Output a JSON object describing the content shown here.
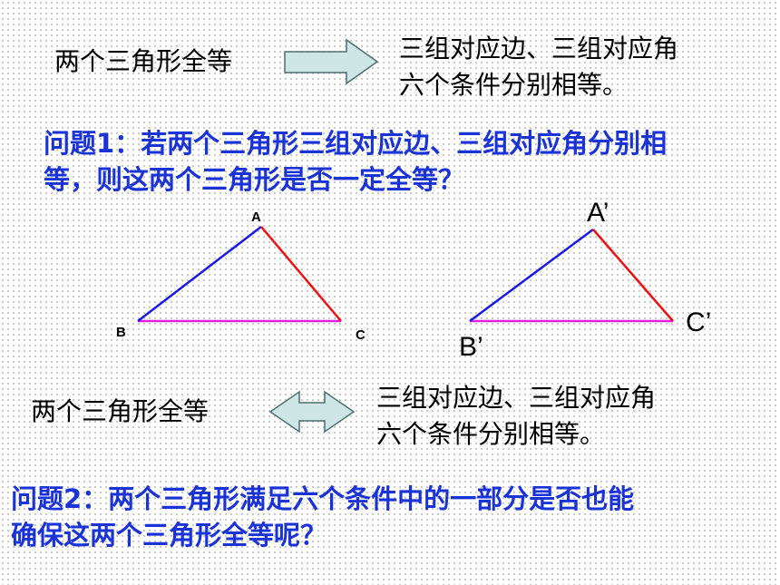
{
  "row1": {
    "left": "两个三角形全等",
    "right_line1": "三组对应边、三组对应角",
    "right_line2": "六个条件分别相等。",
    "arrow": "right-arrow-icon"
  },
  "question1": {
    "line1": "问题1：若两个三角形三组对应边、三组对应角分别相",
    "line2": "等，则这两个三角形是否一定全等？"
  },
  "triangle1": {
    "A": "A",
    "B": "B",
    "C": "C"
  },
  "triangle2": {
    "A": "A’",
    "B": "B’",
    "C": "C’"
  },
  "colors": {
    "edge_ab": "#1a1ae6",
    "edge_ac": "#ee1111",
    "edge_bc": "#e020e0",
    "question": "#1a33d6",
    "arrow_fill": "#cfe6e6",
    "arrow_stroke": "#4e6f6f"
  },
  "row2": {
    "left": "两个三角形全等",
    "right_line1": "三组对应边、三组对应角",
    "right_line2": "六个条件分别相等。",
    "arrow": "double-arrow-icon"
  },
  "question2": {
    "line1": "问题2：两个三角形满足六个条件中的一部分是否也能",
    "line2": "确保这两个三角形全等呢？"
  }
}
